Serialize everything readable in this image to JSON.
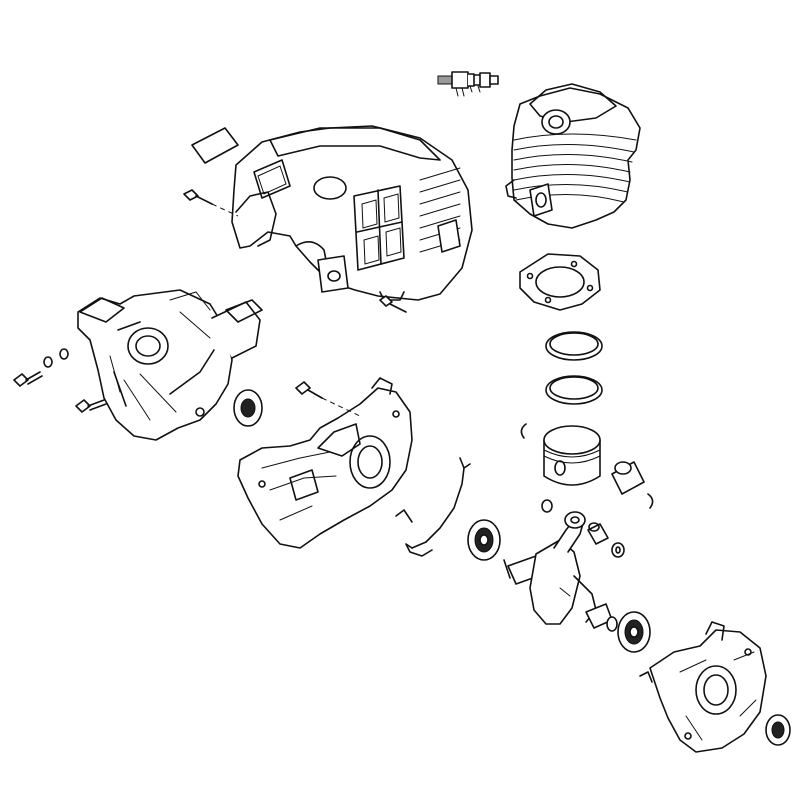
{
  "diagram": {
    "type": "exploded-parts-view",
    "colors": {
      "line": "#111111",
      "background": "#ffffff"
    },
    "parts": [
      "spark-plug",
      "gasket-pad",
      "cylinder-shroud",
      "shroud-screw",
      "cylinder",
      "cylinder-gasket",
      "piston-ring-upper",
      "piston-ring-lower",
      "piston",
      "piston-pin",
      "circlip-left",
      "circlip-right",
      "fan-housing",
      "housing-screws",
      "oil-seal-left",
      "crankcase-half-left",
      "crankcase-screw",
      "wire-clip",
      "bearing-left",
      "crankshaft",
      "needle-bearing",
      "washer",
      "bearing-right",
      "crankcase-half-right",
      "oil-seal-right"
    ]
  }
}
